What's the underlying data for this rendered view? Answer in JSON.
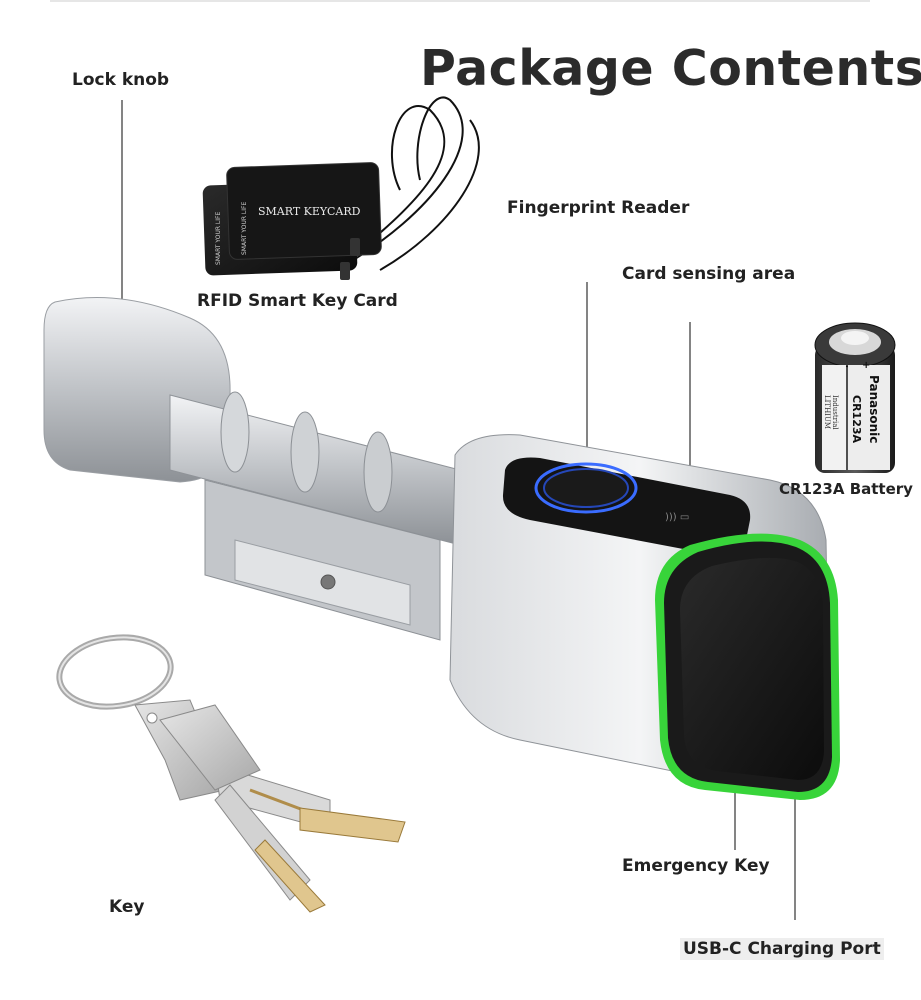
{
  "title": "Package Contents",
  "labels": {
    "lock_knob": "Lock knob",
    "rfid_card": "RFID Smart Key Card",
    "fingerprint_reader": "Fingerprint Reader",
    "card_sensing_area": "Card sensing area",
    "battery": "CR123A Battery",
    "emergency_key": "Emergency Key",
    "key": "Key",
    "usb_port": "USB-C Charging Port"
  },
  "card_text": {
    "front": "SMART KEYCARD",
    "side": "SMART YOUR LIFE"
  },
  "battery_text": {
    "brand": "Panasonic",
    "model": "CR123A",
    "sub1": "Industrial",
    "sub2": "LITHIUM",
    "plus": "+"
  },
  "colors": {
    "title": "#2b2b2b",
    "label": "#222222",
    "green_ring": "#38d43a",
    "fingerprint_ring": "#3a6cff",
    "metal": "#c9ccd0",
    "black_panel": "#151515"
  }
}
